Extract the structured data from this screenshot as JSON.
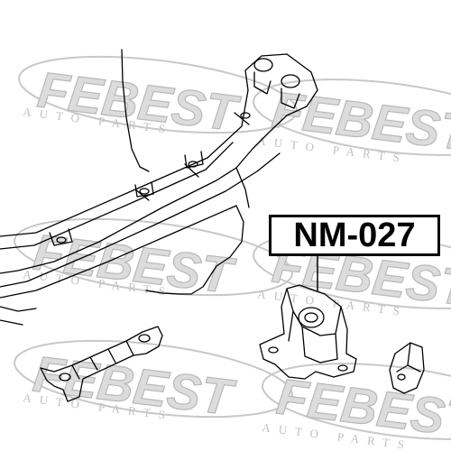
{
  "watermark": {
    "brand": "FEBEST",
    "tagline": "AUTO PARTS",
    "color": "#c8c8c8"
  },
  "part_label": {
    "code": "NM-027"
  },
  "drawing": {
    "line_color": "#000000",
    "subject": "engine mount on vehicle subframe"
  }
}
